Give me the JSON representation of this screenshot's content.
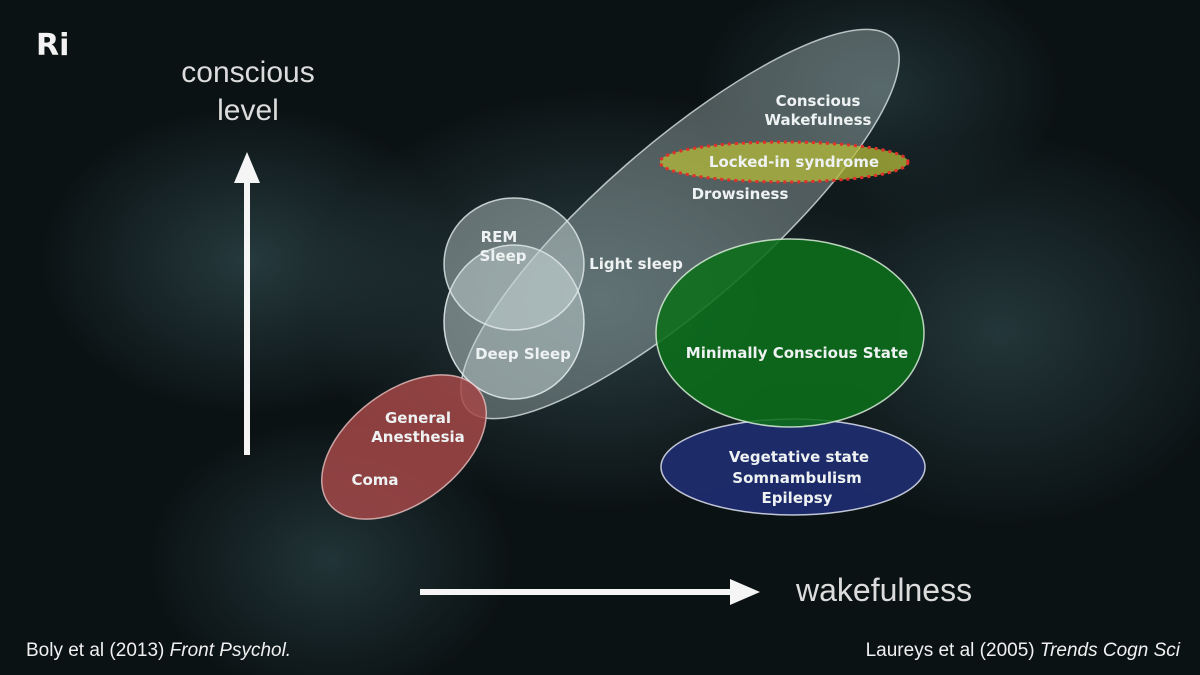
{
  "logo": "Ri",
  "axes": {
    "y_label_line1": "conscious",
    "y_label_line2": "level",
    "x_label": "wakefulness"
  },
  "states": {
    "conscious_wakefulness_1": "Conscious",
    "conscious_wakefulness_2": "Wakefulness",
    "locked_in": "Locked-in syndrome",
    "drowsiness": "Drowsiness",
    "rem_1": "REM",
    "rem_2": "Sleep",
    "light_sleep": "Light sleep",
    "deep_sleep": "Deep Sleep",
    "mcs": "Minimally Conscious State",
    "anesthesia_1": "General",
    "anesthesia_2": "Anesthesia",
    "coma": "Coma",
    "vegetative_1": "Vegetative state",
    "vegetative_2": "Somnambulism",
    "vegetative_3": "Epilepsy"
  },
  "citations": {
    "left_authors": "Boly et al (2013)",
    "left_journal": "Front Psychol.",
    "right_authors": "Laureys et al (2005)",
    "right_journal": "Trends Cogn Sci"
  },
  "colors": {
    "awake_ellipse": "#b8c8c8",
    "locked_in_fill": "#b6bb3a",
    "locked_in_border": "#e0302a",
    "mcs_fill": "#0b6e1a",
    "vegetative_fill": "#1f2c6e",
    "anesthesia_fill": "#a54848"
  }
}
